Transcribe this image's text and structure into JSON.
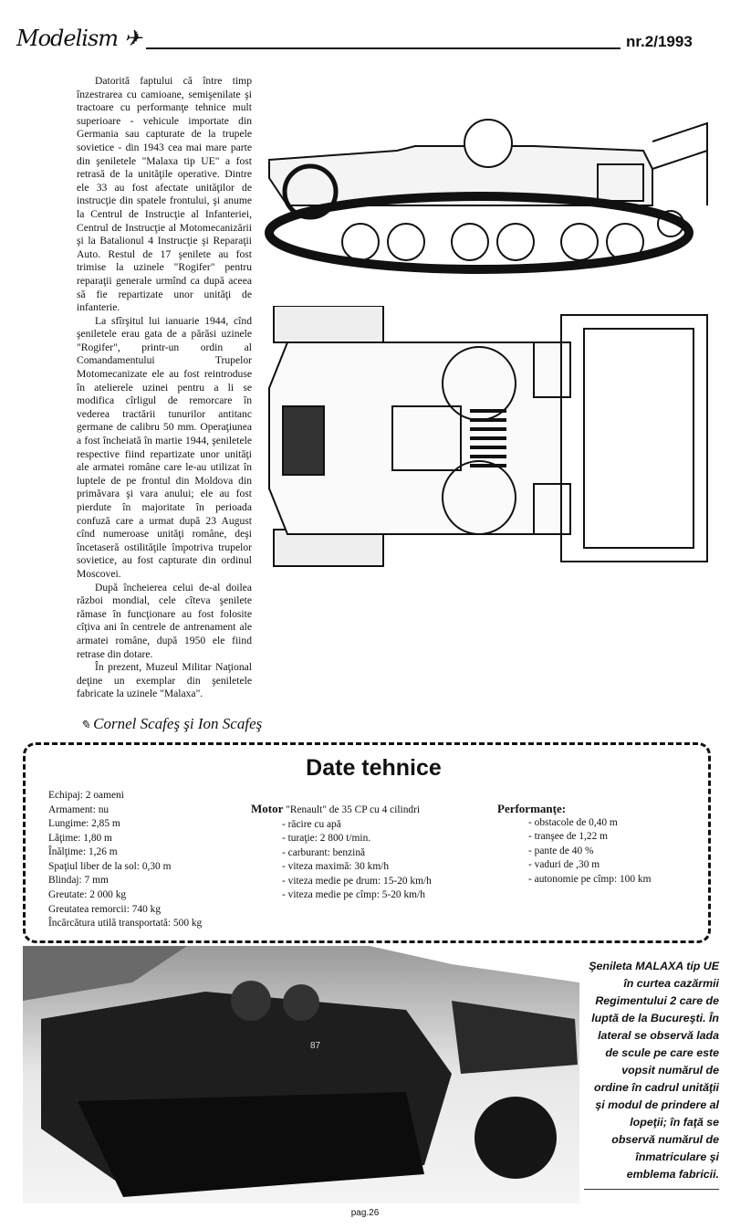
{
  "header": {
    "logo": "Modelism",
    "issue": "nr.2/1993"
  },
  "article": {
    "paragraphs": [
      "Datorită faptului că între timp înzestrarea cu camioane, semişenilate şi tractoare cu performanţe tehnice mult superioare - vehicule importate din Germania sau capturate de la trupele sovietice - din 1943 cea mai mare parte din şeniletele \"Malaxa tip UE\" a fost retrasă de la unităţile operative. Dintre ele 33 au fost afectate unităţilor de instrucţie din spatele frontului, şi anume la Centrul de Instrucţie al Infanteriei, Centrul de Instrucţie al Motomecanizării şi la Batalionul 4 Instrucţie şi Reparaţii Auto. Restul de 17 şenilete au fost trimise la uzinele \"Rogifer\" pentru reparaţii generale urmînd ca după aceea să fie repartizate unor unităţi de infanterie.",
      "La sfîrşitul lui ianuarie 1944, cînd şeniletele erau gata de a părăsi uzinele \"Rogifer\", printr-un ordin al Comandamentului Trupelor Motomecanizate ele au fost reintroduse în atelierele uzinei pentru a li se modifica cîrligul de remorcare în vederea tractării tunurilor antitanc germane de calibru 50 mm. Operaţiunea a fost încheiată în martie 1944, şeniletele respective fiind repartizate unor unităţi ale armatei române care le-au utilizat în luptele de pe frontul din Moldova din primăvara şi vara anului; ele au fost pierdute în majoritate în perioada confuză care a urmat după 23 August cînd numeroase unităţi române, deşi încetaseră ostilităţile împotriva trupelor sovietice, au fost capturate din ordinul Moscovei.",
      "După încheierea celui de-al doilea război mondial, cele cîteva şenilete rămase în funcţionare au fost folosite cîţiva ani în centrele de antrenament ale armatei române, după 1950 ele fiind retrase din dotare.",
      "În prezent, Muzeul Militar Naţional deţine un exemplar din şeniletele fabricate la uzinele \"Malaxa\"."
    ],
    "byline": "Cornel Scafeş şi Ion Scafeş"
  },
  "specs": {
    "title": "Date tehnice",
    "general": [
      "Echipaj: 2 oameni",
      "Armament: nu",
      "Lungime: 2,85 m",
      "Lăţime: 1,80 m",
      "Înălţime: 1,26 m",
      "Spaţiul liber de la sol: 0,30 m",
      "Blindaj: 7 mm",
      "Greutate: 2 000 kg",
      "Greutatea remorcii: 740 kg",
      "Încărcătura utilă transportată: 500 kg"
    ],
    "motor": {
      "label": "Motor",
      "desc": "\"Renault\" de 35 CP cu 4 cilindri",
      "items": [
        "- răcire cu apă",
        "- turaţie: 2 800 t/min.",
        "- carburant: benzină",
        "- viteza maximă: 30 km/h",
        "- viteza medie pe drum: 15-20 km/h",
        "- viteza medie pe cîmp: 5-20 km/h"
      ]
    },
    "performance": {
      "label": "Performanţe:",
      "items": [
        "- obstacole de 0,40 m",
        "- tranşee de 1,22 m",
        "- pante de 40 %",
        "- vaduri de ,30 m",
        "- autonomie pe cîmp: 100 km"
      ]
    }
  },
  "photo": {
    "plate": "87"
  },
  "caption": "Şenileta MALAXA tip UE în curtea cazărmii Regimentului 2 care de luptă de la Bucureşti. În lateral se observă lada de scule pe care este vopsit numărul de ordine în cadrul unităţii şi modul de prindere al lopeţii; în faţă se observă numărul de înmatriculare şi emblema fabricii.",
  "footer": {
    "page": "pag.26"
  }
}
